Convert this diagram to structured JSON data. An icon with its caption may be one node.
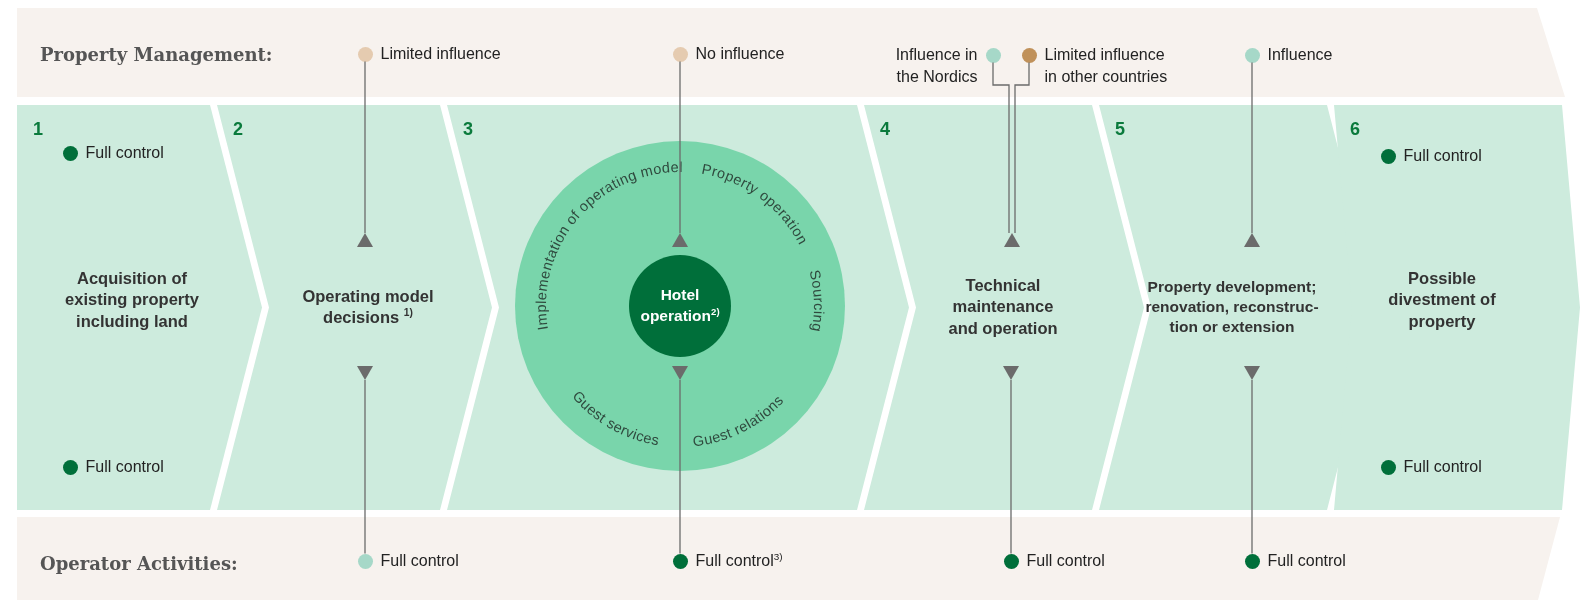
{
  "diagram": {
    "nodes": [
      {
        "text": [
          "Property Management:"
        ]
      },
      {
        "text": [
          "Operator Activities:"
        ]
      },
      {
        "text": [],
        "shape": "circle",
        "in": 0,
        "beside": [
          "Limited influence"
        ]
      },
      {
        "text": [],
        "shape": "circle",
        "in": 0,
        "beside": [
          "No influence"
        ]
      },
      {
        "text": [],
        "shape": "circle",
        "in": 0,
        "beside": [
          "Influence in the Nordics"
        ]
      },
      {
        "text": [],
        "shape": "circle",
        "in": 0,
        "beside": [
          "Limited influence in other countries"
        ]
      },
      {
        "text": [],
        "shape": "circle",
        "in": 0,
        "beside": [
          "Influence"
        ]
      },
      {
        "text": [
          "1"
        ]
      },
      {
        "text": [
          "Acquisition of existing property including land"
        ],
        "in": 7
      },
      {
        "text": [],
        "shape": "circle",
        "in": 7,
        "beside": [
          "Full control"
        ]
      },
      {
        "text": [],
        "shape": "circle",
        "in": 7,
        "beside": [
          "Full control"
        ]
      },
      {
        "text": [
          "2"
        ]
      },
      {
        "text": [
          "Operating model decisions $^{1)}$"
        ],
        "in": 11
      },
      {
        "text": [
          "3"
        ]
      },
      {
        "text": [
          "Implementation of operating model",
          "Property operation",
          "Sourcing",
          "Guest services",
          "Guest relations"
        ],
        "in": 13
      },
      {
        "text": [
          "Hotel operation$^{2)}$"
        ],
        "in": 14
      },
      {
        "text": [
          "4"
        ]
      },
      {
        "text": [
          "Technical maintenance and operation"
        ],
        "in": 16
      },
      {
        "text": [
          "5"
        ]
      },
      {
        "text": [
          "Property development; renovation, reconstruc-tion or extension"
        ],
        "in": 18
      },
      {
        "text": [
          "6"
        ]
      },
      {
        "text": [
          "Possible divestment of property"
        ],
        "in": 20
      },
      {
        "text": [],
        "shape": "circle",
        "in": 20,
        "beside": [
          "Full control"
        ]
      },
      {
        "text": [],
        "shape": "circle",
        "in": 20,
        "beside": [
          "Full control"
        ]
      },
      {
        "text": [],
        "shape": "circle",
        "in": 1,
        "beside": [
          "Full control"
        ]
      },
      {
        "text": [],
        "shape": "circle",
        "in": 1,
        "beside": [
          "Full control$^{3)}$"
        ]
      },
      {
        "text": [],
        "shape": "circle",
        "in": 1,
        "beside": [
          "Full control"
        ]
      },
      {
        "text": [],
        "shape": "circle",
        "in": 1,
        "beside": [
          "Full control"
        ]
      },
      {
        "text": [],
        "shape": "triangle",
        "in": 11
      },
      {
        "text": [],
        "shape": "triangle",
        "in": 14
      },
      {
        "text": [],
        "shape": "triangle",
        "in": 16
      },
      {
        "text": [],
        "shape": "triangle",
        "in": 18
      },
      {
        "text": [],
        "shape": "triangle",
        "in": 11
      },
      {
        "text": [],
        "shape": "triangle",
        "in": 14
      },
      {
        "text": [],
        "shape": "triangle",
        "in": 16
      },
      {
        "text": [],
        "shape": "triangle",
        "in": 18
      }
    ],
    "edges": [
      {
        "from": 28,
        "to": 2,
        "arrow": "none"
      },
      {
        "from": 29,
        "to": 3,
        "arrow": "none"
      },
      {
        "from": 30,
        "to": 4,
        "arrow": "none"
      },
      {
        "from": 30,
        "to": 5,
        "arrow": "none"
      },
      {
        "from": 31,
        "to": 6,
        "arrow": "none"
      },
      {
        "from": 32,
        "to": 24,
        "arrow": "none"
      },
      {
        "from": 33,
        "to": 25,
        "arrow": "none"
      },
      {
        "from": 34,
        "to": 26,
        "arrow": "none"
      },
      {
        "from": 35,
        "to": 27,
        "arrow": "none"
      }
    ]
  }
}
